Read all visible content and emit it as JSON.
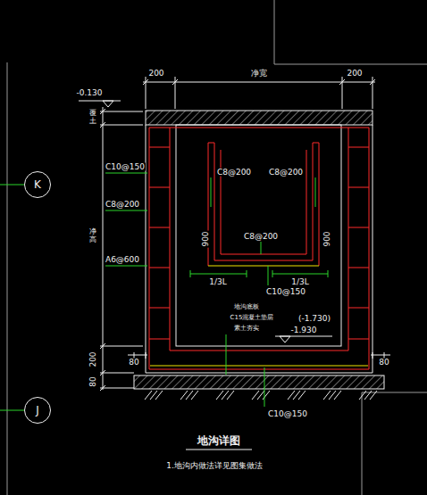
{
  "diagram": {
    "title": "地沟详图",
    "caption": "1.地沟内做法详见图集做法",
    "nodes": [
      {
        "text": [
          "K"
        ]
      },
      {
        "text": [
          "J"
        ]
      }
    ],
    "labels": [
      "200",
      "净宽",
      "200",
      "-0.130",
      "覆土",
      "C10@150",
      "C8@200",
      "净高",
      "A6@600",
      "C8@200",
      "C8@200",
      "900",
      "900",
      "C8@200",
      "1/3L",
      "1/3L",
      "C10@150",
      "地沟底板",
      "C15混凝土垫层",
      "素土夯实",
      "(-1.730)",
      "-1.930",
      "80",
      "80",
      "200",
      "80",
      "C10@150"
    ]
  }
}
